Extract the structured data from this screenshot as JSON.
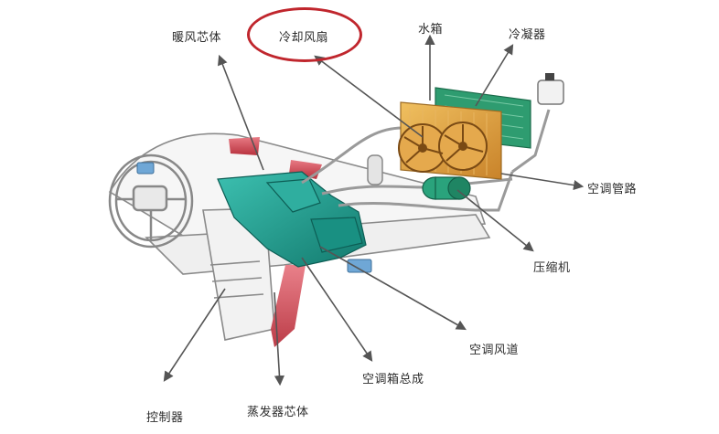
{
  "diagram": {
    "labels": {
      "heater_core": "暖风芯体",
      "cooling_fan": "冷却风扇",
      "water_tank": "水箱",
      "condenser": "冷凝器",
      "ac_pipes": "空调管路",
      "compressor": "压缩机",
      "ac_duct": "空调风道",
      "hvac_box": "空调箱总成",
      "evaporator_core": "蒸发器芯体",
      "controller": "控制器"
    },
    "colors": {
      "highlight": "#c0262d",
      "hvac_module": "#1f9a8c",
      "duct": "#d9535f",
      "radiator": "#d9a23f",
      "condenser": "#2e9c70",
      "outline": "#777777",
      "arrow": "#555555"
    }
  }
}
